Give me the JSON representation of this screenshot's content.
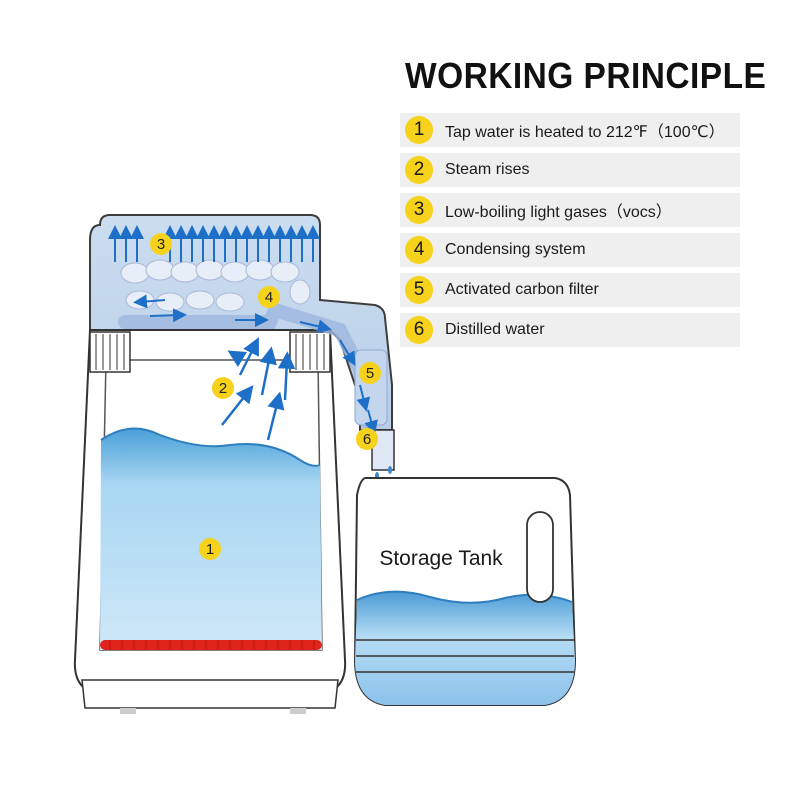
{
  "title": "WORKING PRINCIPLE",
  "steps": [
    {
      "num": "1",
      "text": "Tap water is heated to 212℉（100℃）"
    },
    {
      "num": "2",
      "text": "Steam rises"
    },
    {
      "num": "3",
      "text": "Low-boiling light gases（vocs）"
    },
    {
      "num": "4",
      "text": "Condensing system"
    },
    {
      "num": "5",
      "text": "Activated carbon filter"
    },
    {
      "num": "6",
      "text": "Distilled water"
    }
  ],
  "storage_tank_label": "Storage Tank",
  "colors": {
    "badge": "#f7d21a",
    "water": "#8cc8ec",
    "heater": "#e0241c",
    "arrows": "#1e6fc8",
    "step_background": "#efefef"
  }
}
